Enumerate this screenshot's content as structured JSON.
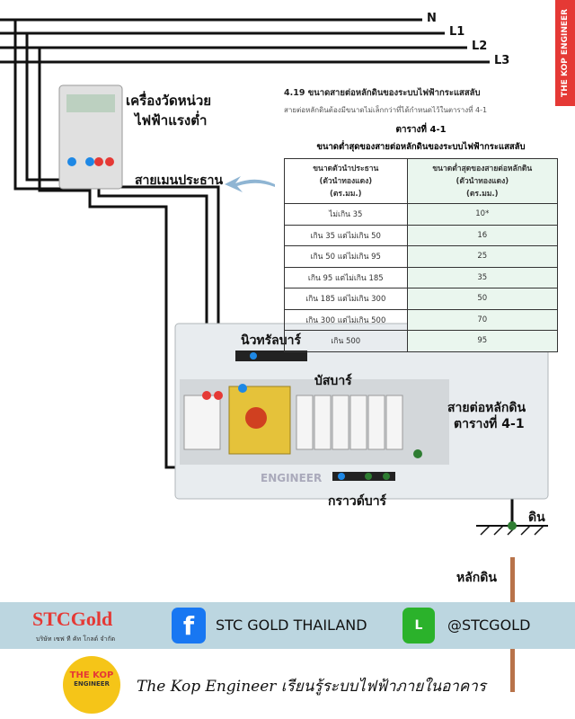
{
  "wires": {
    "n": "N",
    "l1": "L1",
    "l2": "L2",
    "l3": "L3"
  },
  "badge": "THE KOP ENGINEER",
  "labels": {
    "meter_line1": "เครื่องวัดหน่วย",
    "meter_line2": "ไฟฟ้าแรงต่ำ",
    "main_cable": "สายเมนประธาน",
    "neutral_bar": "นิวทรัลบาร์",
    "bus_bar": "บัสบาร์",
    "ground_wire_line1": "สายต่อหลักดิน",
    "ground_wire_line2": "ตารางที่ 4-1",
    "ground_bar": "กราวด์บาร์",
    "soil": "ดิน",
    "ground_rod": "หลักดิน",
    "watermark": "ENGINEER"
  },
  "doc": {
    "heading": "4.19  ขนาดสายต่อหลักดินของระบบไฟฟ้ากระแสสลับ",
    "subheading": "สายต่อหลักดินต้องมีขนาดไม่เล็กกว่าที่ได้กำหนดไว้ในตารางที่  4-1",
    "table_no": "ตารางที่ 4-1",
    "table_title": "ขนาดต่ำสุดของสายต่อหลักดินของระบบไฟฟ้ากระแสสลับ",
    "headers": [
      [
        "ขนาดตัวนำประธาน",
        "(ตัวนำทองแดง)",
        "(ตร.มม.)"
      ],
      [
        "ขนาดต่ำสุดของสายต่อหลักดิน",
        "(ตัวนำทองแดง)",
        "(ตร.มม.)"
      ]
    ],
    "rows": [
      [
        "ไม่เกิน 35",
        "10*"
      ],
      [
        "เกิน  35  แต่ไม่เกิน  50",
        "16"
      ],
      [
        "เกิน  50  แต่ไม่เกิน  95",
        "25"
      ],
      [
        "เกิน  95  แต่ไม่เกิน  185",
        "35"
      ],
      [
        "เกิน  185  แต่ไม่เกิน  300",
        "50"
      ],
      [
        "เกิน  300  แต่ไม่เกิน  500",
        "70"
      ],
      [
        "เกิน  500",
        "95"
      ]
    ]
  },
  "footer": {
    "brand": "STCGold",
    "brand_sub": "บริษัท เซฟ ที คัท โกลด์ จำกัด",
    "facebook": "STC GOLD THAILAND",
    "line": "@STCGOLD",
    "kop_logo_line1": "THE KOP",
    "kop_logo_line2": "ENGINEER",
    "tagline": "The Kop Engineer เรียนรู้ระบบไฟฟ้าภายในอาคาร"
  },
  "colors": {
    "wire": "#111111",
    "neutral_terminal": "#1e88e5",
    "live_terminal": "#e53935",
    "ground_terminal": "#2e7d32",
    "arrow": "#2db34a",
    "footer": "#bcd6e0"
  }
}
